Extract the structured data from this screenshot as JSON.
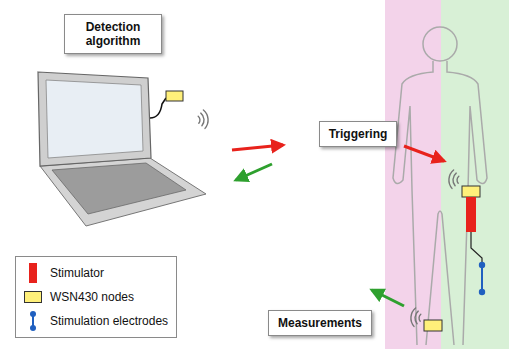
{
  "diagram": {
    "nodes": [
      {
        "text": [
          "Detection algorithm"
        ]
      },
      {
        "text": [
          "Triggering"
        ]
      },
      {
        "text": [
          "Measurements"
        ]
      }
    ],
    "legend": [
      {
        "text": "Stimulator",
        "color": "#e8221c"
      },
      {
        "text": "WSN430 nodes",
        "color": "#fff07a"
      },
      {
        "text": "Stimulation electrodes"
      }
    ]
  }
}
